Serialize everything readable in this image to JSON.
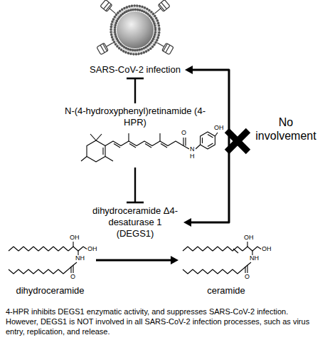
{
  "diagram": {
    "caption": "4-HPR inhibits DEGS1 enzymatic activity, and suppresses SARS-CoV-2 infection. However, DEGS1 is NOT involved in all SARS-CoV-2 infection processes, such as virus entry, replication, and release.",
    "nodes": [
      {
        "text": [
          "SARS-CoV-2 infection"
        ]
      },
      {
        "text": [
          "N-(4-hydroxyphenyl)retinamide (4-HPR)"
        ]
      },
      {
        "text": [
          "dihydroceramide Δ4-desaturase 1 (DEGS1)"
        ]
      },
      {
        "text": [
          "dihydroceramide"
        ]
      },
      {
        "text": [
          "ceramide"
        ]
      }
    ],
    "edges": [
      {
        "from": 1,
        "to": 0,
        "arrow": "to"
      },
      {
        "from": 1,
        "to": 2,
        "arrow": "to"
      },
      {
        "from": 2,
        "to": 0,
        "arrow": "both"
      },
      {
        "from": 3,
        "to": 4,
        "arrow": "to"
      }
    ],
    "labels": [
      "O",
      "N",
      "H",
      "OH",
      "OH",
      "OH",
      "NH",
      "O",
      "OH",
      "OH",
      "NH",
      "O",
      "No involvement"
    ]
  }
}
